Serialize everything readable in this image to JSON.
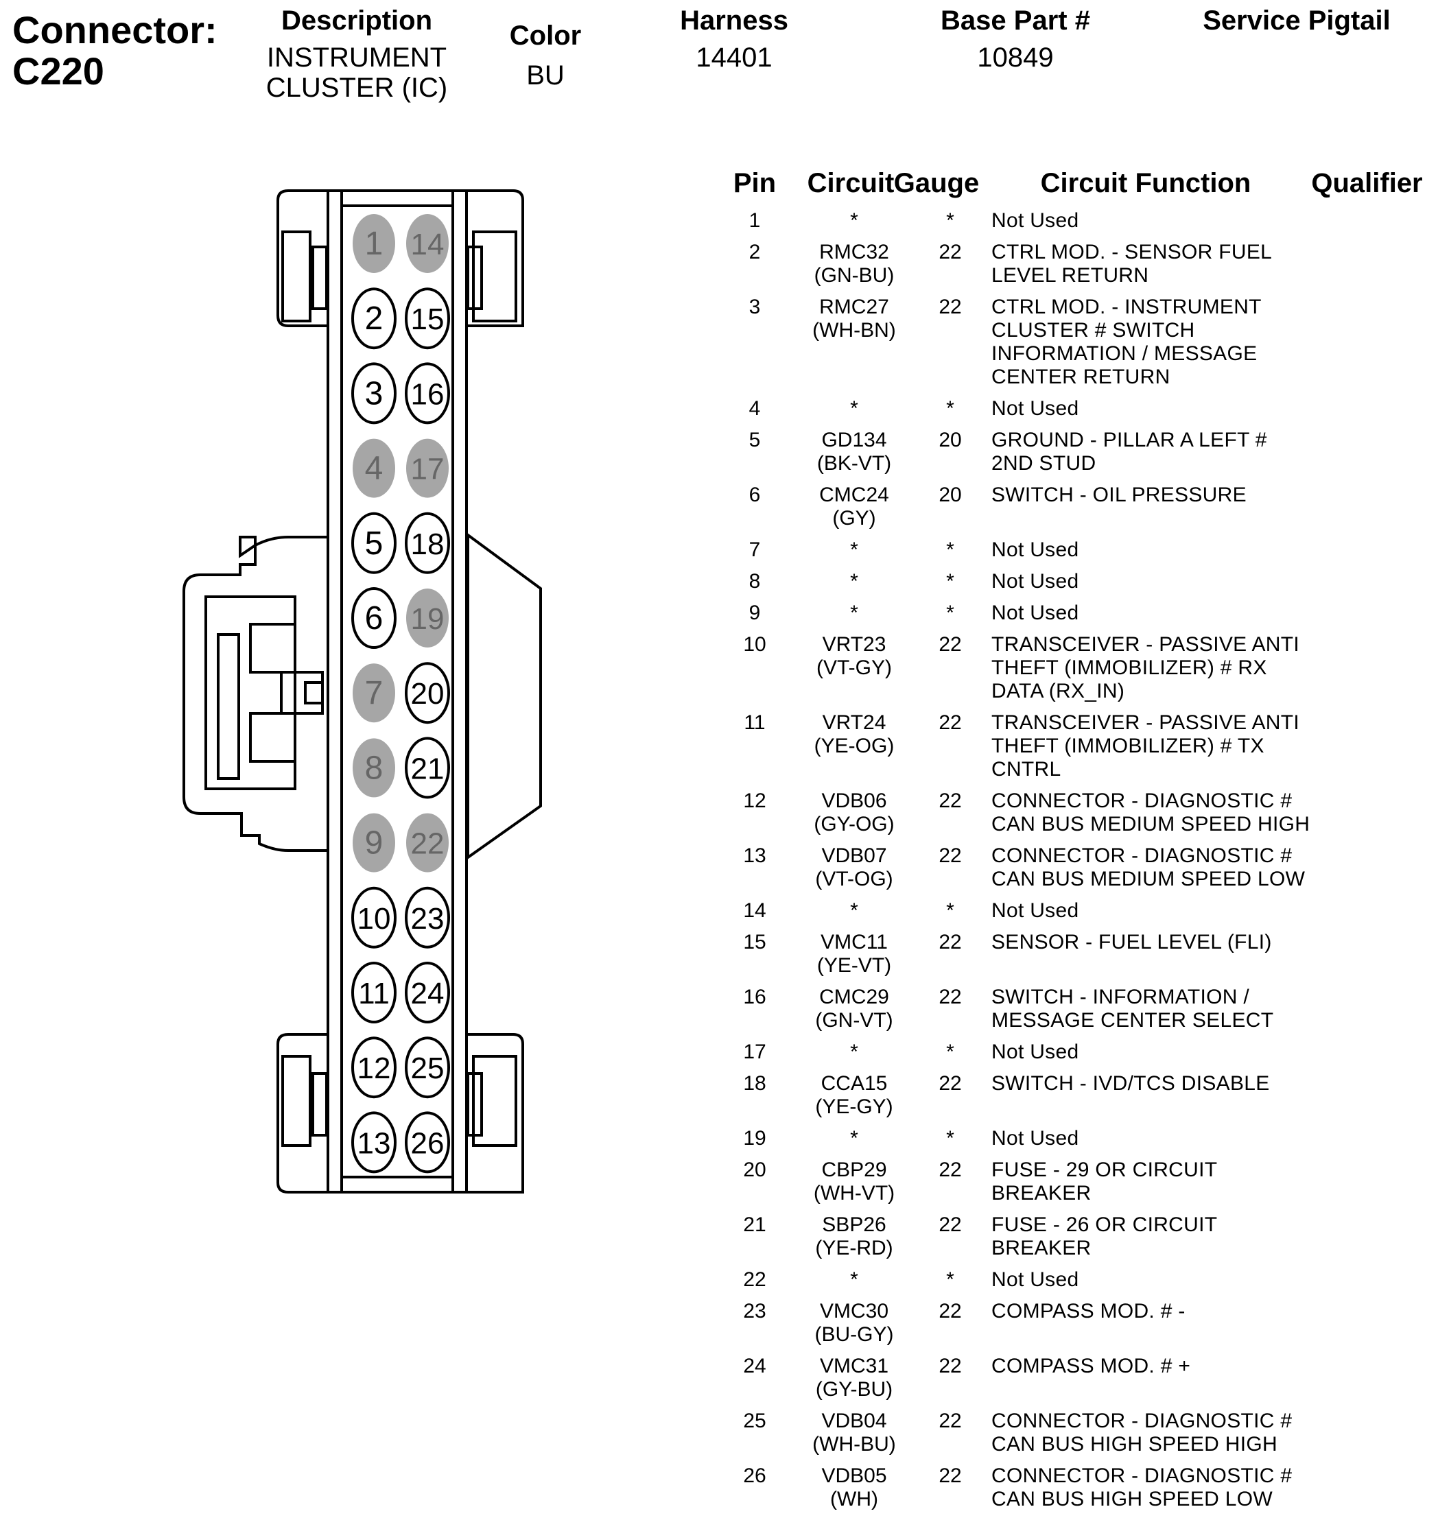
{
  "header": {
    "connector_label": "Connector:",
    "connector_id": "C220",
    "description_label": "Description",
    "description_value": "INSTRUMENT CLUSTER (IC)",
    "color_label": "Color",
    "color_value": "BU",
    "harness_label": "Harness",
    "harness_value": "14401",
    "base_part_label": "Base Part #",
    "base_part_value": "10849",
    "service_pigtail_label": "Service Pigtail",
    "service_pigtail_value": ""
  },
  "table": {
    "headers": [
      "Pin",
      "Circuit",
      "Gauge",
      "Circuit Function",
      "Qualifier"
    ],
    "rows": [
      {
        "pin": "1",
        "circuit": "*",
        "gauge": "*",
        "function": "Not Used",
        "qualifier": ""
      },
      {
        "pin": "2",
        "circuit": "RMC32\n(GN-BU)",
        "gauge": "22",
        "function": "CTRL MOD. - SENSOR FUEL\nLEVEL RETURN",
        "qualifier": ""
      },
      {
        "pin": "3",
        "circuit": "RMC27\n(WH-BN)",
        "gauge": "22",
        "function": "CTRL MOD. - INSTRUMENT\nCLUSTER # SWITCH\nINFORMATION / MESSAGE\nCENTER RETURN",
        "qualifier": ""
      },
      {
        "pin": "4",
        "circuit": "*",
        "gauge": "*",
        "function": "Not Used",
        "qualifier": ""
      },
      {
        "pin": "5",
        "circuit": "GD134\n(BK-VT)",
        "gauge": "20",
        "function": "GROUND - PILLAR A LEFT #\n2ND STUD",
        "qualifier": ""
      },
      {
        "pin": "6",
        "circuit": "CMC24\n(GY)",
        "gauge": "20",
        "function": "SWITCH - OIL PRESSURE",
        "qualifier": ""
      },
      {
        "pin": "7",
        "circuit": "*",
        "gauge": "*",
        "function": "Not Used",
        "qualifier": ""
      },
      {
        "pin": "8",
        "circuit": "*",
        "gauge": "*",
        "function": "Not Used",
        "qualifier": ""
      },
      {
        "pin": "9",
        "circuit": "*",
        "gauge": "*",
        "function": "Not Used",
        "qualifier": ""
      },
      {
        "pin": "10",
        "circuit": "VRT23\n(VT-GY)",
        "gauge": "22",
        "function": "TRANSCEIVER - PASSIVE ANTI\nTHEFT (IMMOBILIZER) # RX\nDATA (RX_IN)",
        "qualifier": ""
      },
      {
        "pin": "11",
        "circuit": "VRT24\n(YE-OG)",
        "gauge": "22",
        "function": "TRANSCEIVER - PASSIVE ANTI\nTHEFT (IMMOBILIZER) # TX\nCNTRL",
        "qualifier": ""
      },
      {
        "pin": "12",
        "circuit": "VDB06\n(GY-OG)",
        "gauge": "22",
        "function": "CONNECTOR - DIAGNOSTIC #\nCAN BUS MEDIUM SPEED HIGH",
        "qualifier": ""
      },
      {
        "pin": "13",
        "circuit": "VDB07\n(VT-OG)",
        "gauge": "22",
        "function": "CONNECTOR - DIAGNOSTIC #\nCAN BUS MEDIUM SPEED LOW",
        "qualifier": ""
      },
      {
        "pin": "14",
        "circuit": "*",
        "gauge": "*",
        "function": "Not Used",
        "qualifier": ""
      },
      {
        "pin": "15",
        "circuit": "VMC11\n(YE-VT)",
        "gauge": "22",
        "function": "SENSOR - FUEL LEVEL (FLI)",
        "qualifier": ""
      },
      {
        "pin": "16",
        "circuit": "CMC29\n(GN-VT)",
        "gauge": "22",
        "function": "SWITCH - INFORMATION /\nMESSAGE CENTER SELECT",
        "qualifier": ""
      },
      {
        "pin": "17",
        "circuit": "*",
        "gauge": "*",
        "function": "Not Used",
        "qualifier": ""
      },
      {
        "pin": "18",
        "circuit": "CCA15\n(YE-GY)",
        "gauge": "22",
        "function": "SWITCH - IVD/TCS DISABLE",
        "qualifier": ""
      },
      {
        "pin": "19",
        "circuit": "*",
        "gauge": "*",
        "function": "Not Used",
        "qualifier": ""
      },
      {
        "pin": "20",
        "circuit": "CBP29\n(WH-VT)",
        "gauge": "22",
        "function": "FUSE - 29 OR CIRCUIT\nBREAKER",
        "qualifier": ""
      },
      {
        "pin": "21",
        "circuit": "SBP26\n(YE-RD)",
        "gauge": "22",
        "function": "FUSE - 26 OR CIRCUIT\nBREAKER",
        "qualifier": ""
      },
      {
        "pin": "22",
        "circuit": "*",
        "gauge": "*",
        "function": "Not Used",
        "qualifier": ""
      },
      {
        "pin": "23",
        "circuit": "VMC30\n(BU-GY)",
        "gauge": "22",
        "function": "COMPASS MOD. # -",
        "qualifier": ""
      },
      {
        "pin": "24",
        "circuit": "VMC31\n(GY-BU)",
        "gauge": "22",
        "function": "COMPASS MOD. # +",
        "qualifier": ""
      },
      {
        "pin": "25",
        "circuit": "VDB04\n(WH-BU)",
        "gauge": "22",
        "function": "CONNECTOR - DIAGNOSTIC #\nCAN BUS HIGH SPEED HIGH",
        "qualifier": ""
      },
      {
        "pin": "26",
        "circuit": "VDB05\n(WH)",
        "gauge": "22",
        "function": "CONNECTOR - DIAGNOSTIC #\nCAN BUS HIGH SPEED LOW",
        "qualifier": ""
      }
    ]
  },
  "connector_face": {
    "left_column_pins": [
      "1",
      "2",
      "3",
      "4",
      "5",
      "6",
      "7",
      "8",
      "9",
      "10",
      "11",
      "12",
      "13"
    ],
    "right_column_pins": [
      "14",
      "15",
      "16",
      "17",
      "18",
      "19",
      "20",
      "21",
      "22",
      "23",
      "24",
      "25",
      "26"
    ],
    "unused_pins": [
      "1",
      "4",
      "7",
      "8",
      "9",
      "14",
      "17",
      "19",
      "22"
    ],
    "unused_fill_color": "#a6a6a6",
    "used_fill_color": "#ffffff",
    "outline_color": "#000000"
  }
}
